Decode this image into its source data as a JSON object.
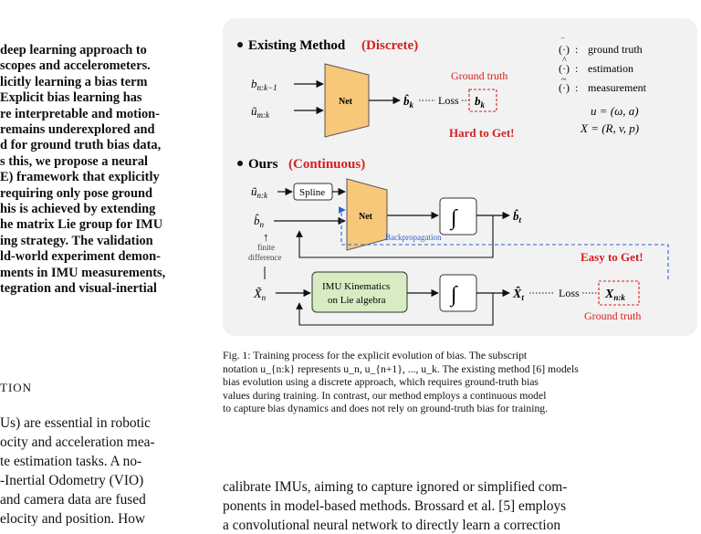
{
  "abstract_lines": [
    "deep learning approach to",
    "scopes and accelerometers.",
    "licitly learning a bias term",
    "Explicit bias learning has",
    "re interpretable and motion-",
    "remains underexplored and",
    "d for ground truth bias data,",
    "s this, we propose a neural",
    "E) framework that explicitly",
    "requiring only pose ground",
    "his is achieved by extending",
    "he matrix Lie group for IMU",
    "ing strategy. The validation",
    "ld-world experiment demon-",
    "ments in IMU measurements,",
    "tegration and visual-inertial"
  ],
  "section_heading": "TION",
  "left_body_lines": [
    "Us) are essential in robotic",
    "ocity and acceleration mea-",
    "te estimation tasks. A no-",
    "-Inertial Odometry (VIO)",
    "and camera data are fused",
    "elocity and position. How"
  ],
  "figure": {
    "existing_title": "Existing Method",
    "existing_tag": "(Discrete)",
    "ours_title": "Ours",
    "ours_tag": "(Continuous)",
    "net_label": "Net",
    "spline_label": "Spline",
    "loss_label": "Loss",
    "ground_truth": "Ground truth",
    "hard_to_get": "Hard to Get!",
    "easy_to_get": "Easy to Get!",
    "backprop_label": "Backpropagation",
    "finite_difference": [
      "finite",
      "difference"
    ],
    "imu_kinematics": [
      "IMU Kinematics",
      "on Lie algebra"
    ],
    "integral_symbol": "∫",
    "legend": [
      {
        "symbol": "(·)",
        "desc": "ground truth"
      },
      {
        "symbol": "(·)",
        "desc": "estimation"
      },
      {
        "symbol": "(·)",
        "desc": "measurement"
      }
    ],
    "u_def": "u = (ω, a)",
    "x_def": "X = (R, v, p)",
    "colors": {
      "red": "#d42020",
      "blue": "#2e5fd4",
      "net_fill": "#f7c879",
      "imu_fill": "#d7ecc2"
    }
  },
  "caption": {
    "label": "Fig. 1:",
    "lines": [
      "Training process for the explicit evolution of bias. The subscript",
      "notation u_{n:k} represents u_n, u_{n+1}, ..., u_k. The existing method [6] models",
      "bias evolution using a discrete approach, which requires ground-truth bias",
      "values during training. In contrast, our method employs a continuous model",
      "to capture bias dynamics and does not rely on ground-truth bias for training."
    ]
  },
  "right_body_lines": [
    "calibrate IMUs, aiming to capture ignored or simplified com-",
    "ponents in model-based methods. Brossard et al. [5] employs",
    "a convolutional neural network to directly learn a correction"
  ]
}
